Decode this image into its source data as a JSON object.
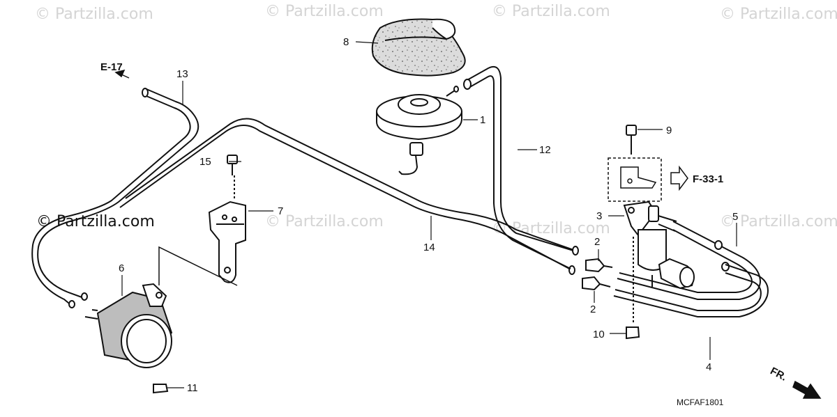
{
  "watermarks": [
    "© Partzilla.com",
    "© Partzilla.com",
    "© Partzilla.com",
    "© Partzilla.com",
    "© Partzilla.com",
    "© Partzilla.com",
    "© Partzilla.com",
    "© Partzilla.com"
  ],
  "refs": {
    "e17": "E-17",
    "f331": "F-33-1",
    "fr": "FR."
  },
  "part_numbers": {
    "p1": "1",
    "p2a": "2",
    "p2b": "2",
    "p3": "3",
    "p4": "4",
    "p5": "5",
    "p6": "6",
    "p7": "7",
    "p8": "8",
    "p9": "9",
    "p10": "10",
    "p11": "11",
    "p12": "12",
    "p13": "13",
    "p14": "14",
    "p15": "15"
  },
  "diagram_code": "MCFAF1801"
}
